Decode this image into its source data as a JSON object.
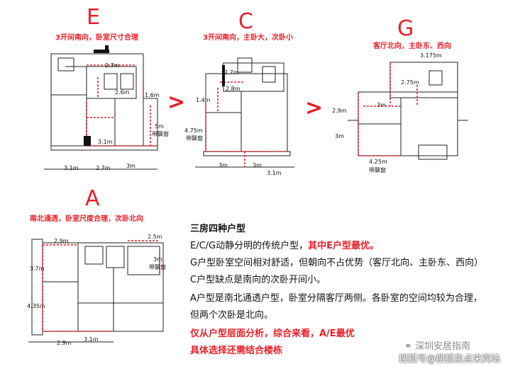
{
  "plans": {
    "E": {
      "letter": "E",
      "subtitle": "3开间南向，卧室尺寸合理",
      "dims": {
        "d1": "2.7m",
        "d2": "2.6m",
        "d3": "1.6m",
        "d4": "3.1m",
        "d5": "5m",
        "d5b": "带飘窗",
        "d6": "3.1m",
        "d7": "2.7m",
        "d8": "3m"
      }
    },
    "C": {
      "letter": "C",
      "subtitle": "3开间南向，主卧大，次卧小",
      "dims": {
        "d1": "2.7m",
        "d2": "2.8m",
        "d3": "1.4m",
        "d4": "4.75m",
        "d4b": "带飘窗",
        "d5": "3m",
        "d6": "3m",
        "d7": "3.1m"
      }
    },
    "G": {
      "letter": "G",
      "subtitle": "客厅北向，主卧东、西向",
      "dims": {
        "d1": "3.175m",
        "d2": "2.75m",
        "d3": "3m",
        "d4": "2.9m",
        "d5": "3m",
        "d6": "4.25m",
        "d6b": "带飘窗"
      }
    },
    "A": {
      "letter": "A",
      "subtitle": "南北通透，卧室尺度合理，次卧北向",
      "dims": {
        "d1": "2.9m",
        "d2": "2.5m",
        "d3": "3.7m",
        "d4": "3m",
        "d4b": "带飘窗",
        "d5": "4.35m",
        "d6": "2.9m",
        "d7": "3.1m"
      }
    }
  },
  "arrows": {
    "a1": ">",
    "a2": ">"
  },
  "summary": {
    "title": "三房四种户型",
    "line1_a": "E/C/G动静分明的传统户型，",
    "line1_b": "其中E户型最优。",
    "line2": "G户型卧室空间相对舒适，但朝向不占优势（客厅北向、主卧东、西向）",
    "line3": "C户型缺点是南向的次卧开间小。",
    "line4": "A户型是南北通透户型，卧室分隔客厅两侧。各卧室的空间均较为合理，",
    "line5": "但两个次卧是北向。",
    "line6": "仅从户型层面分析，综合来看，A/E最优",
    "line7": "具体选择还需结合楼栋"
  },
  "watermark": {
    "line1": "深圳安居指南",
    "line2": "搜狐号@搜狐焦点来宾站"
  },
  "colors": {
    "accent": "#e8202a",
    "text": "#111111"
  }
}
